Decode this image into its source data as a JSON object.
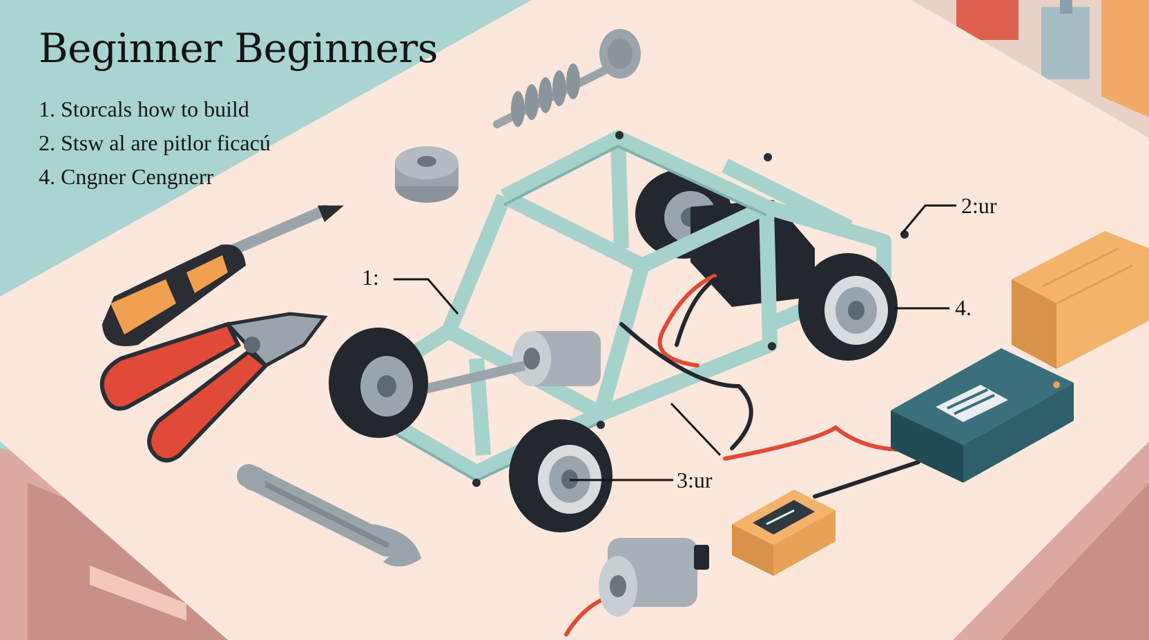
{
  "title": "Beginner Beginners",
  "steps": [
    "1. Storcalѕ how to build",
    "2. Stsw al are pitlor ficacú",
    "4. Cngner Cengnerr"
  ],
  "callouts": [
    "1:",
    "2:ur",
    "4.",
    "3:ur"
  ],
  "colors": {
    "wall": "#a9d4d0",
    "desk_top": "#fbe7db",
    "desk_front": "#dcaaa0",
    "frame": "#a6d2cc",
    "tire": "#23272e",
    "wire": "#e04a36",
    "handle_orange": "#f0a050",
    "plier_red": "#e04a36",
    "battery": "#2f5f6a"
  }
}
